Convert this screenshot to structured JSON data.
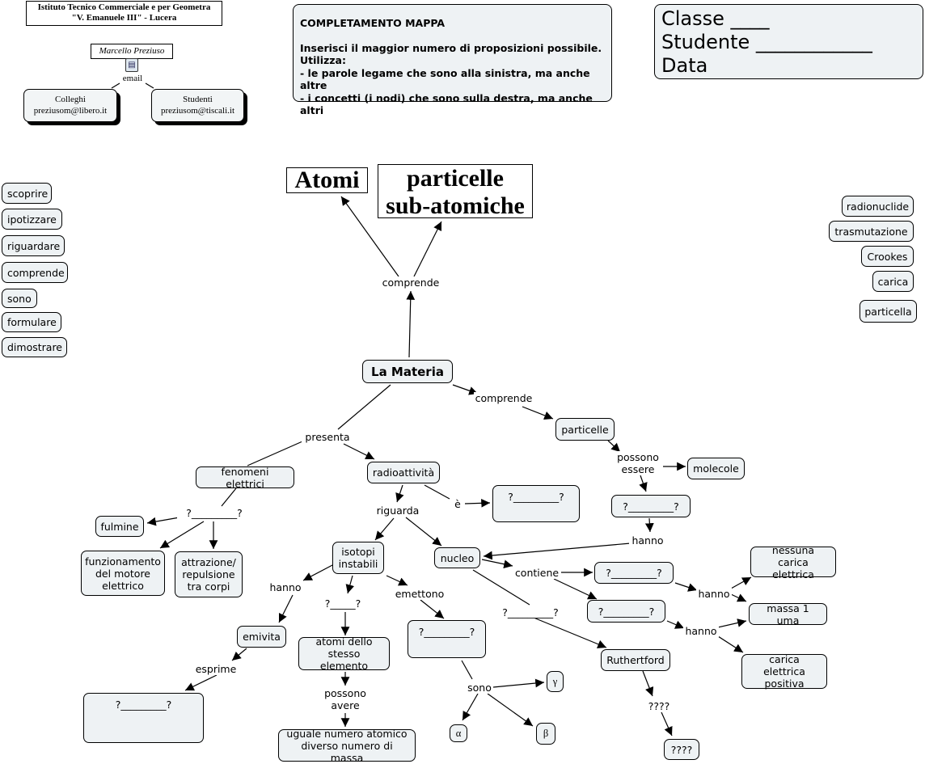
{
  "header": {
    "school_line1": "Istituto Tecnico Commerciale e per Geometra",
    "school_line2": "\"V. Emanuele III\" - Lucera",
    "author": "Marcello Preziuso",
    "email_label": "email",
    "contact_colleghi": "Colleghi\npreziusom@libero.it",
    "contact_studenti": "Studenti\npreziusom@tiscali.it"
  },
  "instructions": {
    "title": "COMPLETAMENTO MAPPA",
    "body": "Inserisci il maggior numero di proposizioni possibile.\nUtilizza:\n- le parole legame che sono alla sinistra, ma anche altre\n- i concetti (i nodi) che sono sulla destra, ma anche altri"
  },
  "student_box": {
    "classe": "Classe ____",
    "studente": "Studente ____________",
    "data": "Data"
  },
  "linking_words": [
    "scoprire",
    "ipotizzare",
    "riguardare",
    "comprende",
    "sono",
    "formulare",
    "dimostrare"
  ],
  "concept_words": [
    "radionuclide",
    "trasmutazione",
    "Crookes",
    "carica",
    "particella"
  ],
  "map": {
    "atomi": "Atomi",
    "particelle_sub": "particelle\nsub-atomiche",
    "comprende_top": "comprende",
    "la_materia": "La Materia",
    "comprende_right": "comprende",
    "particelle": "particelle",
    "possono_essere": "possono\nessere",
    "molecole": "molecole",
    "q_particelle": "?_________?",
    "hanno_mid": "hanno",
    "presenta": "presenta",
    "fenomeni_elettrici": "fenomeni elettrici",
    "q_fenomeni": "?_________?",
    "fulmine": "fulmine",
    "funzionamento": "funzionamento\ndel motore\nelettrico",
    "attrazione": "attrazione/\nrepulsione\ntra corpi",
    "radioattivita": "radioattività",
    "e": "è",
    "q_radioattivita": "?_________?",
    "riguarda": "riguarda",
    "isotopi": "isotopi\ninstabili",
    "nucleo": "nucleo",
    "contiene": "contiene",
    "q_contiene1": "?_________?",
    "q_contiene2": "?_________?",
    "hanno_r1": "hanno",
    "hanno_r2": "hanno",
    "nessuna_carica": "nessuna\ncarica elettrica",
    "massa": "massa 1 uma",
    "carica_positiva": "carica elettrica\npositiva",
    "q_nucleo": "?_________?",
    "rutherford": "Ruthertford",
    "q4_label": "????",
    "q4_node": "????",
    "hanno_left": "hanno",
    "q_isotopi": "?_____?",
    "emettono": "emettono",
    "emivita": "emivita",
    "esprime": "esprime",
    "q_emivita": "?_________?",
    "atomi_stesso": "atomi dello\nstesso elemento",
    "possono_avere": "possono\navere",
    "uguale_numero": "uguale numero atomico\ndiverso numero di massa",
    "q_emettono": "?_________?",
    "sono": "sono",
    "gamma": "γ",
    "alpha": "α",
    "beta": "β"
  }
}
